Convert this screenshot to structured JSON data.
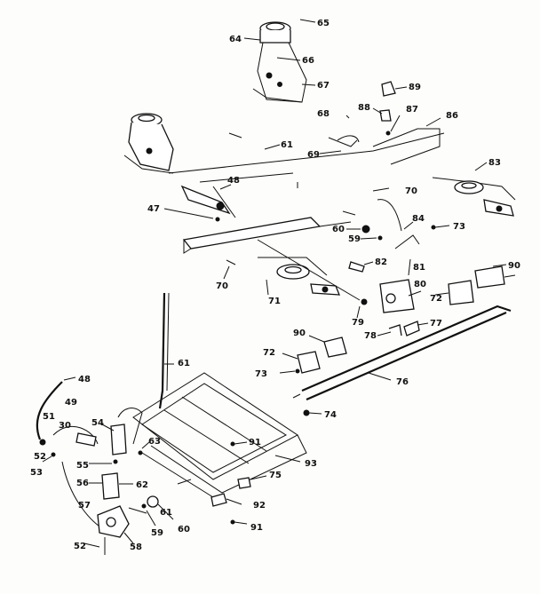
{
  "labels": {
    "l65": "65",
    "l64": "64",
    "l66": "66",
    "l67": "67",
    "l89": "89",
    "l88": "88",
    "l87": "87",
    "l86": "86",
    "l68": "68",
    "l61a": "61",
    "l69": "69",
    "l83": "83",
    "l48a": "48",
    "l70a": "70",
    "l47": "47",
    "l60a": "60",
    "l84": "84",
    "l73a": "73",
    "l59a": "59",
    "l82": "82",
    "l90a": "90",
    "l81": "81",
    "l70b": "70",
    "l80": "80",
    "l72a": "72",
    "l71": "71",
    "l79": "79",
    "l77": "77",
    "l78": "78",
    "l90b": "90",
    "l72b": "72",
    "l61b": "61",
    "l73b": "73",
    "l76": "76",
    "l48b": "48",
    "l49": "49",
    "l74": "74",
    "l51": "51",
    "l30": "30",
    "l54": "54",
    "l91a": "91",
    "l52a": "52",
    "l63": "63",
    "l53a": "53",
    "l93": "93",
    "l55": "55",
    "l56": "56",
    "l75": "75",
    "l62": "62",
    "l57": "57",
    "l92": "92",
    "l61c": "61",
    "l59b": "59",
    "l60b": "60",
    "l91b": "91",
    "l58": "58",
    "l52b": "52"
  }
}
